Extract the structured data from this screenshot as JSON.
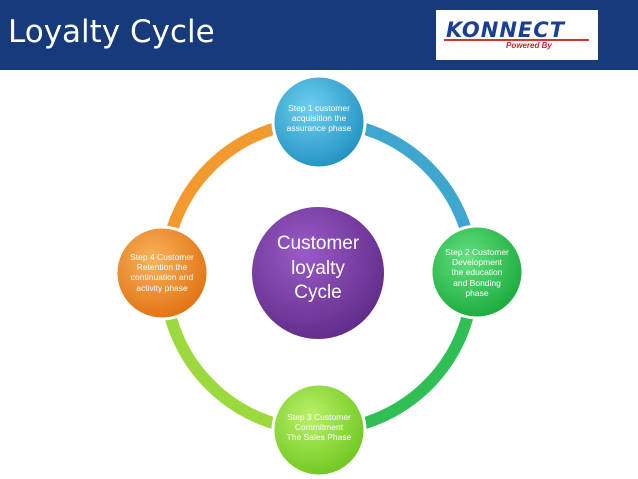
{
  "header": {
    "title": "Loyalty Cycle",
    "logo": {
      "brand": "KONNECT",
      "tagline": "Powered By"
    }
  },
  "diagram": {
    "center": {
      "lines": [
        "Customer",
        "loyalty",
        "Cycle"
      ],
      "color": "#7b3fa8"
    },
    "nodes": [
      {
        "lines": [
          "Step 1 customer",
          "acquisition  the",
          "assurance phase"
        ],
        "color": "#3aaed8"
      },
      {
        "lines": [
          "Step 2  Customer",
          "Development",
          "the  education",
          "and Bonding",
          "phase"
        ],
        "color": "#2ec84f"
      },
      {
        "lines": [
          "Step 3  Customer",
          "Commitment",
          "The Sales Phase"
        ],
        "color": "#8fe03a"
      },
      {
        "lines": [
          "Step 4 Customer",
          "Retention the",
          "continuation and",
          "activity phase"
        ],
        "color": "#f08a1e"
      }
    ],
    "ring_colors": {
      "top_right": "#3fa7cf",
      "bottom_right": "#2fbf55",
      "bottom_left": "#9bd93c",
      "top_left": "#f39a2f"
    }
  }
}
